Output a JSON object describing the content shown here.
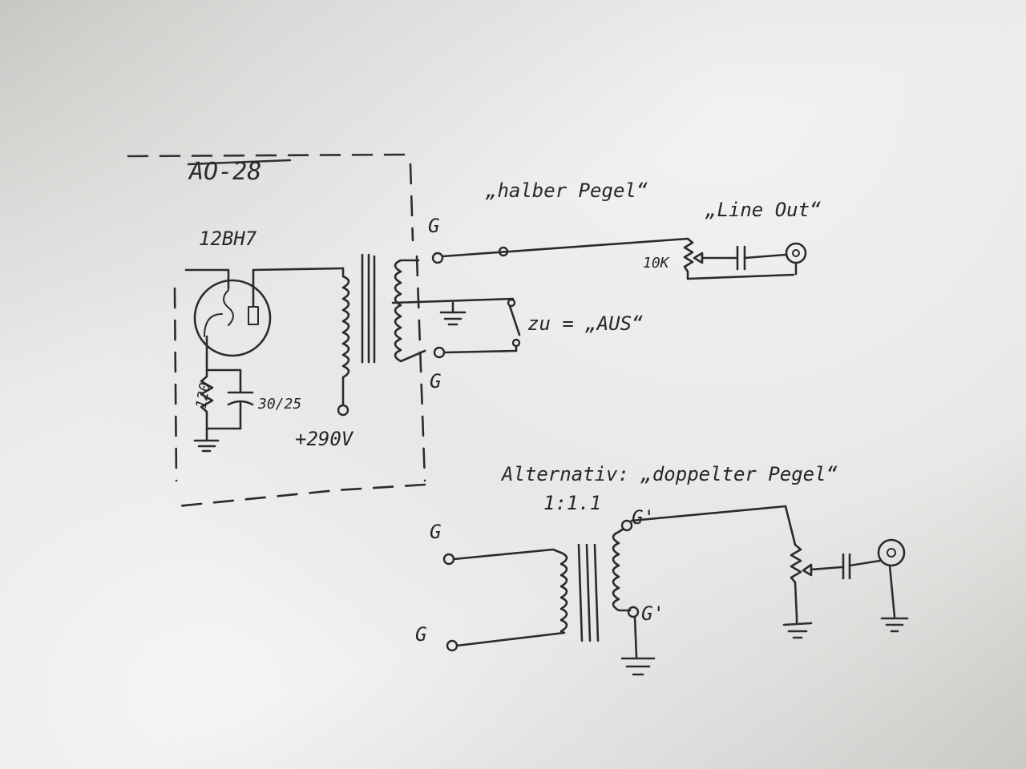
{
  "diagram": {
    "module_title": "AO-28",
    "tube": "12BH7",
    "cathode_resistor": "120",
    "cathode_cap": "30/25",
    "supply": "+290V",
    "out_terminal_top": "G",
    "out_terminal_bottom": "G",
    "halber_label": "„halber Pegel“",
    "line_out_label": "„Line Out“",
    "pot_value": "10K",
    "zu_aus_label": "zu = „AUS“",
    "alternativ_label": "Alternativ: „doppelter Pegel“",
    "ratio": "1:1.1",
    "alt_in_top": "G",
    "alt_in_bottom": "G",
    "alt_out_top": "G'",
    "alt_out_bottom": "G'"
  }
}
